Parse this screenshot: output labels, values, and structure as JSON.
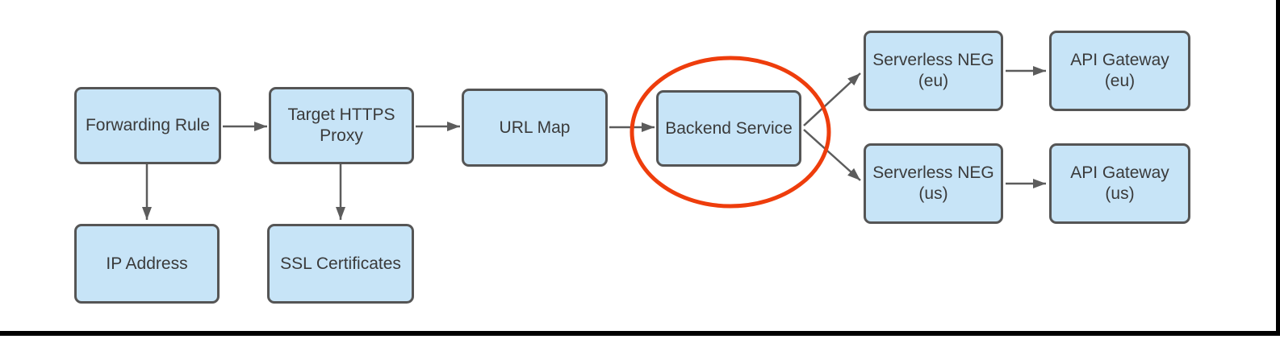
{
  "nodes": {
    "forwarding_rule": {
      "label": "Forwarding Rule"
    },
    "target_https_proxy": {
      "label": "Target HTTPS\nProxy"
    },
    "url_map": {
      "label": "URL Map"
    },
    "backend_service": {
      "label": "Backend Service"
    },
    "serverless_neg_eu": {
      "label": "Serverless NEG\n(eu)"
    },
    "api_gateway_eu": {
      "label": "API Gateway\n(eu)"
    },
    "serverless_neg_us": {
      "label": "Serverless NEG\n(us)"
    },
    "api_gateway_us": {
      "label": "API Gateway\n(us)"
    },
    "ip_address": {
      "label": "IP Address"
    },
    "ssl_certificates": {
      "label": "SSL Certificates"
    }
  },
  "edges": [
    {
      "from": "forwarding_rule",
      "to": "target_https_proxy"
    },
    {
      "from": "target_https_proxy",
      "to": "url_map"
    },
    {
      "from": "url_map",
      "to": "backend_service"
    },
    {
      "from": "backend_service",
      "to": "serverless_neg_eu"
    },
    {
      "from": "backend_service",
      "to": "serverless_neg_us"
    },
    {
      "from": "serverless_neg_eu",
      "to": "api_gateway_eu"
    },
    {
      "from": "serverless_neg_us",
      "to": "api_gateway_us"
    },
    {
      "from": "forwarding_rule",
      "to": "ip_address"
    },
    {
      "from": "target_https_proxy",
      "to": "ssl_certificates"
    }
  ],
  "annotation": {
    "type": "ellipse-highlight",
    "target": "backend_service",
    "color": "#ee3d0c"
  },
  "colors": {
    "node_fill": "#c7e4f7",
    "node_border": "#555555",
    "connector": "#5c5c5c",
    "text": "#3a3a3a",
    "highlight": "#ee3d0c",
    "frame": "#000000"
  }
}
